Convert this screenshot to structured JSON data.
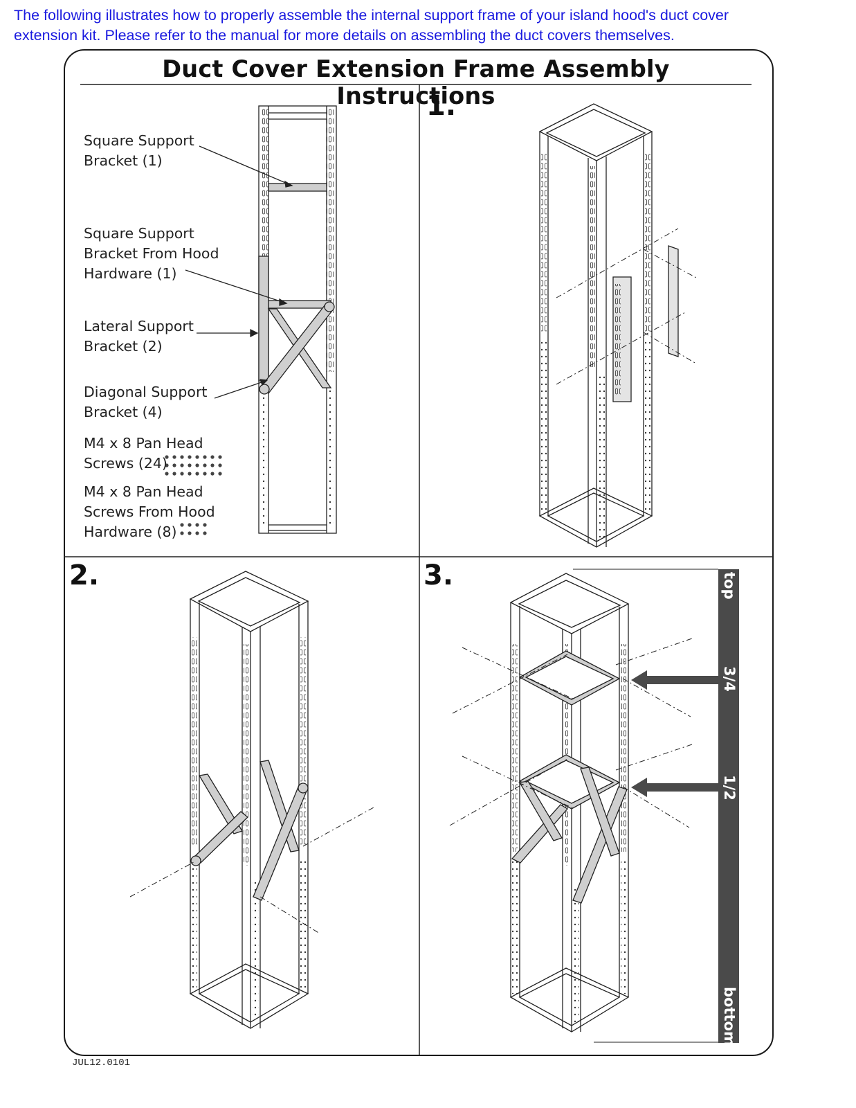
{
  "intro": {
    "line1": "The following illustrates how to properly assemble the internal support frame of your island hood's duct cover",
    "line2": "extension kit.  Please refer to the manual for more details on assembling the duct covers themselves."
  },
  "title": "Duct Cover Extension Frame Assembly Instructions",
  "parts": [
    {
      "line1": "Square Support",
      "line2": "Bracket (1)"
    },
    {
      "line1": "Square Support",
      "line2": "Bracket From Hood",
      "line3": "Hardware (1)"
    },
    {
      "line1": "Lateral Support",
      "line2": "Bracket (2)"
    },
    {
      "line1": "Diagonal Support",
      "line2": "Bracket (4)"
    },
    {
      "line1": "M4 x 8 Pan Head",
      "line2": "Screws (24)"
    },
    {
      "line1": "M4 x 8 Pan Head",
      "line2": "Screws From Hood",
      "line3": "Hardware (8)"
    }
  ],
  "steps": [
    "1.",
    "2.",
    "3."
  ],
  "position_bar": {
    "top": "top",
    "three_quarter": "3/4",
    "half": "1/2",
    "bottom": "bottom"
  },
  "doc_id": "JUL12.0101",
  "colors": {
    "intro_text": "#1a1adf",
    "bracket_fill": "#cfcfcf",
    "bar_fill": "#4a4a4a"
  }
}
